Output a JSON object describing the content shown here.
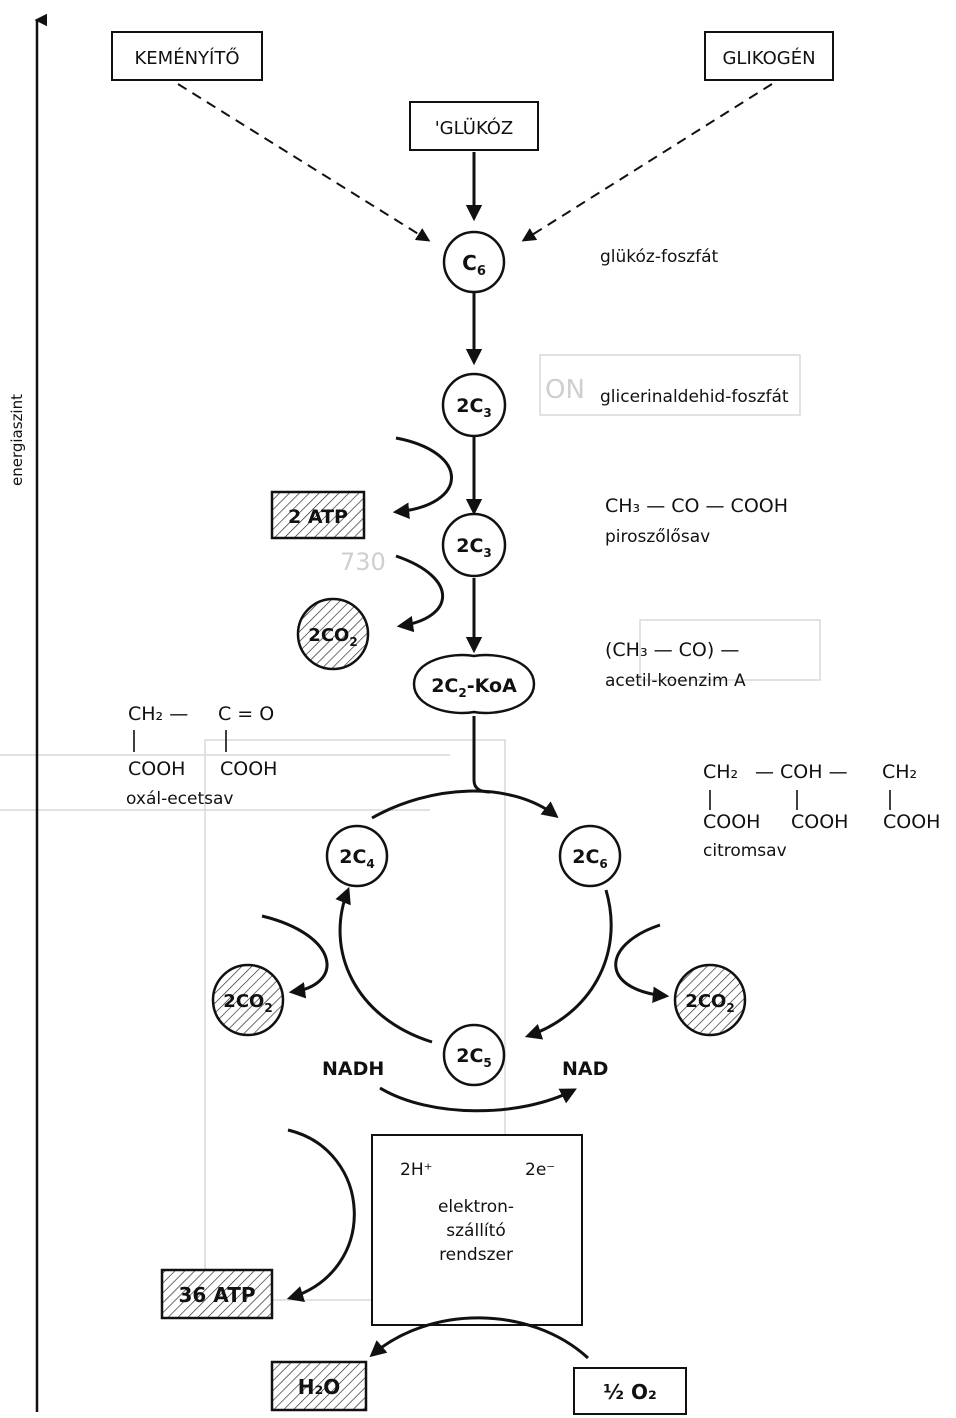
{
  "axis": {
    "label": "energiaszint"
  },
  "sources": {
    "starch": "KEMÉNYÍTŐ",
    "glucose": "'GLÜKÓZ",
    "glycogen": "GLIKOGÉN"
  },
  "nodes": {
    "c6": {
      "base": "C",
      "sub": "6"
    },
    "c3a": {
      "base": "2C",
      "sub": "3"
    },
    "c3b": {
      "base": "2C",
      "sub": "3"
    },
    "acetyl": {
      "base": "2C",
      "sub": "2",
      "suffix": "-KoA"
    },
    "c4": {
      "base": "2C",
      "sub": "4"
    },
    "c6b": {
      "base": "2C",
      "sub": "6"
    },
    "c5": {
      "base": "2C",
      "sub": "5"
    },
    "co2_a": {
      "base": "2CO",
      "sub": "2"
    },
    "co2_b": {
      "base": "2CO",
      "sub": "2"
    },
    "co2_c": {
      "base": "2CO",
      "sub": "2"
    }
  },
  "names": {
    "glucose_phosphate": "glükóz-foszfát",
    "gap": "glicerinaldehid-foszfát",
    "pyruvate_formula": "CH₃ — CO — COOH",
    "pyruvate": "piroszőlősav",
    "acetyl_formula": "(CH₃ — CO) —",
    "acetyl": "acetil-koenzim A",
    "oxaloacetate": "oxál-ecetsav",
    "citrate": "citromsav"
  },
  "oxaloacetate_formula": {
    "top_left": "CH₂ —",
    "top_right": "C = O",
    "bottom_left": "COOH",
    "bottom_right": "COOH"
  },
  "citrate_formula": {
    "t1": "CH₂",
    "t2": "— COH —",
    "t3": "CH₂",
    "b1": "COOH",
    "b2": "COOH",
    "b3": "COOH"
  },
  "products": {
    "atp2": "2 ATP",
    "atp36": "36 ATP",
    "water": "H₂O",
    "oxygen": "½ O₂"
  },
  "cofactors": {
    "nadh": "NADH",
    "nad": "NAD"
  },
  "electron_transport": {
    "protons": "2H⁺",
    "electrons": "2e⁻",
    "line1": "elektron-",
    "line2": "szállító",
    "line3": "rendszer"
  }
}
